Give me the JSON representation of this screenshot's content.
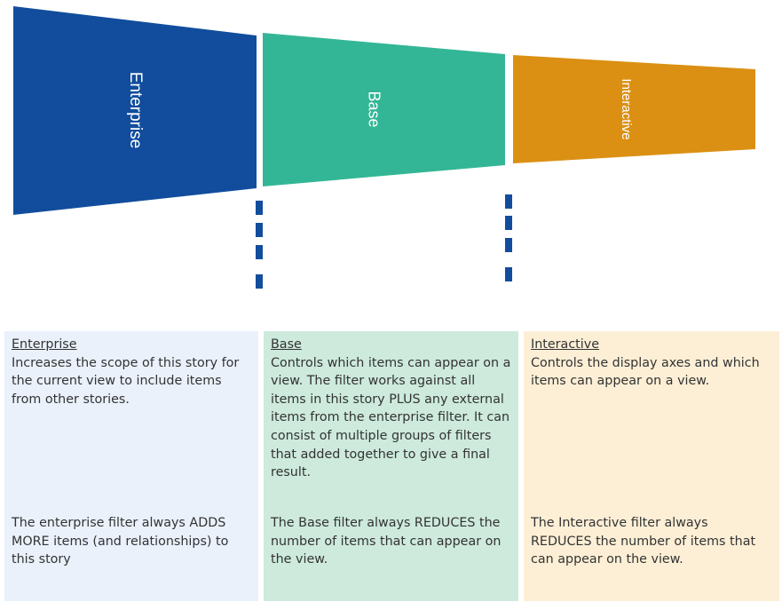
{
  "funnel": {
    "stages": [
      {
        "label": "Enterprise",
        "color": "#114d9c"
      },
      {
        "label": "Base",
        "color": "#33b695"
      },
      {
        "label": "Interactive",
        "color": "#db9013"
      }
    ],
    "divider_color": "#114d9c"
  },
  "panels": [
    {
      "title": "Enterprise",
      "description": "Increases the scope of this story for the current view to include items from other stories.",
      "note": "The enterprise filter always ADDS MORE items (and relationships) to this story",
      "background": "#eaf1fb"
    },
    {
      "title": "Base",
      "description": "Controls which items can appear on a view. The filter works against all items in this story PLUS any external items from the enterprise filter. It can consist of multiple groups of filters that added together to give a final result.",
      "note": "The Base filter always REDUCES the number of items that can appear on the view.",
      "background": "#cdeadd"
    },
    {
      "title": "Interactive",
      "description": "Controls the display axes and which items can appear on a view.",
      "note": "The Interactive filter always REDUCES the number of items that can appear on the view.",
      "background": "#fdefd6"
    }
  ]
}
